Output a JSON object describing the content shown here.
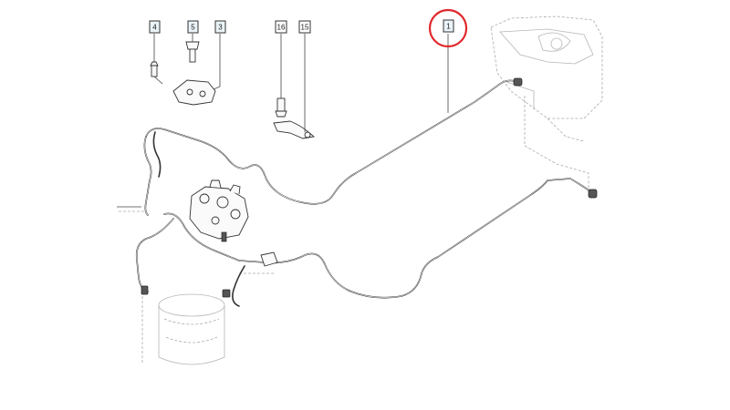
{
  "diagram": {
    "ref_tags": [
      {
        "label": "4",
        "style": "shaded"
      },
      {
        "label": "5",
        "style": "shaded"
      },
      {
        "label": "3",
        "style": "shaded"
      },
      {
        "label": "16",
        "style": "plain"
      },
      {
        "label": "15",
        "style": "plain"
      },
      {
        "label": "1",
        "style": "shaded"
      }
    ],
    "highlighted_ref": "1",
    "colors": {
      "line": "#333333",
      "highlight": "#e0282b",
      "tag_fill": "#eaf3f7",
      "ghost": "#aaaaaa"
    }
  }
}
